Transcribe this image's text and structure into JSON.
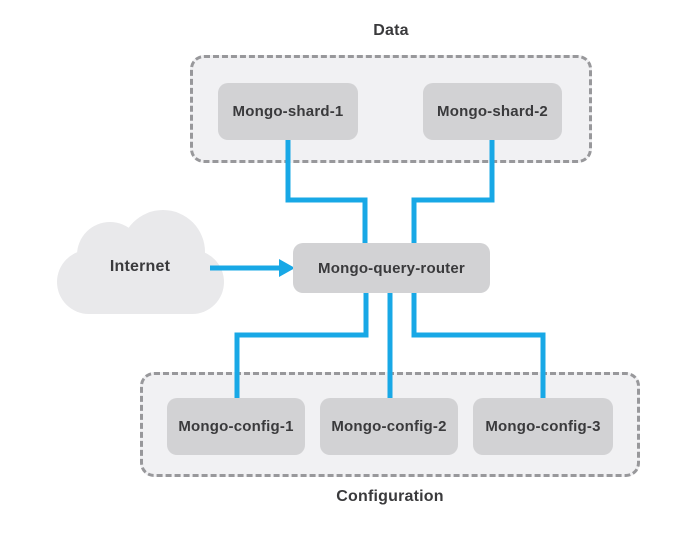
{
  "groups": {
    "data": {
      "label": "Data",
      "nodes": [
        "Mongo-shard-1",
        "Mongo-shard-2"
      ]
    },
    "configuration": {
      "label": "Configuration",
      "nodes": [
        "Mongo-config-1",
        "Mongo-config-2",
        "Mongo-config-3"
      ]
    }
  },
  "router": {
    "label": "Mongo-query-router"
  },
  "internet": {
    "label": "Internet"
  },
  "colors": {
    "accent": "#18a8e6",
    "node_fill": "#d2d2d4",
    "group_fill": "#f1f1f3",
    "group_border": "#98989b",
    "cloud_fill": "#e9e9eb",
    "text": "#3a3a3c",
    "background": "#ffffff"
  }
}
